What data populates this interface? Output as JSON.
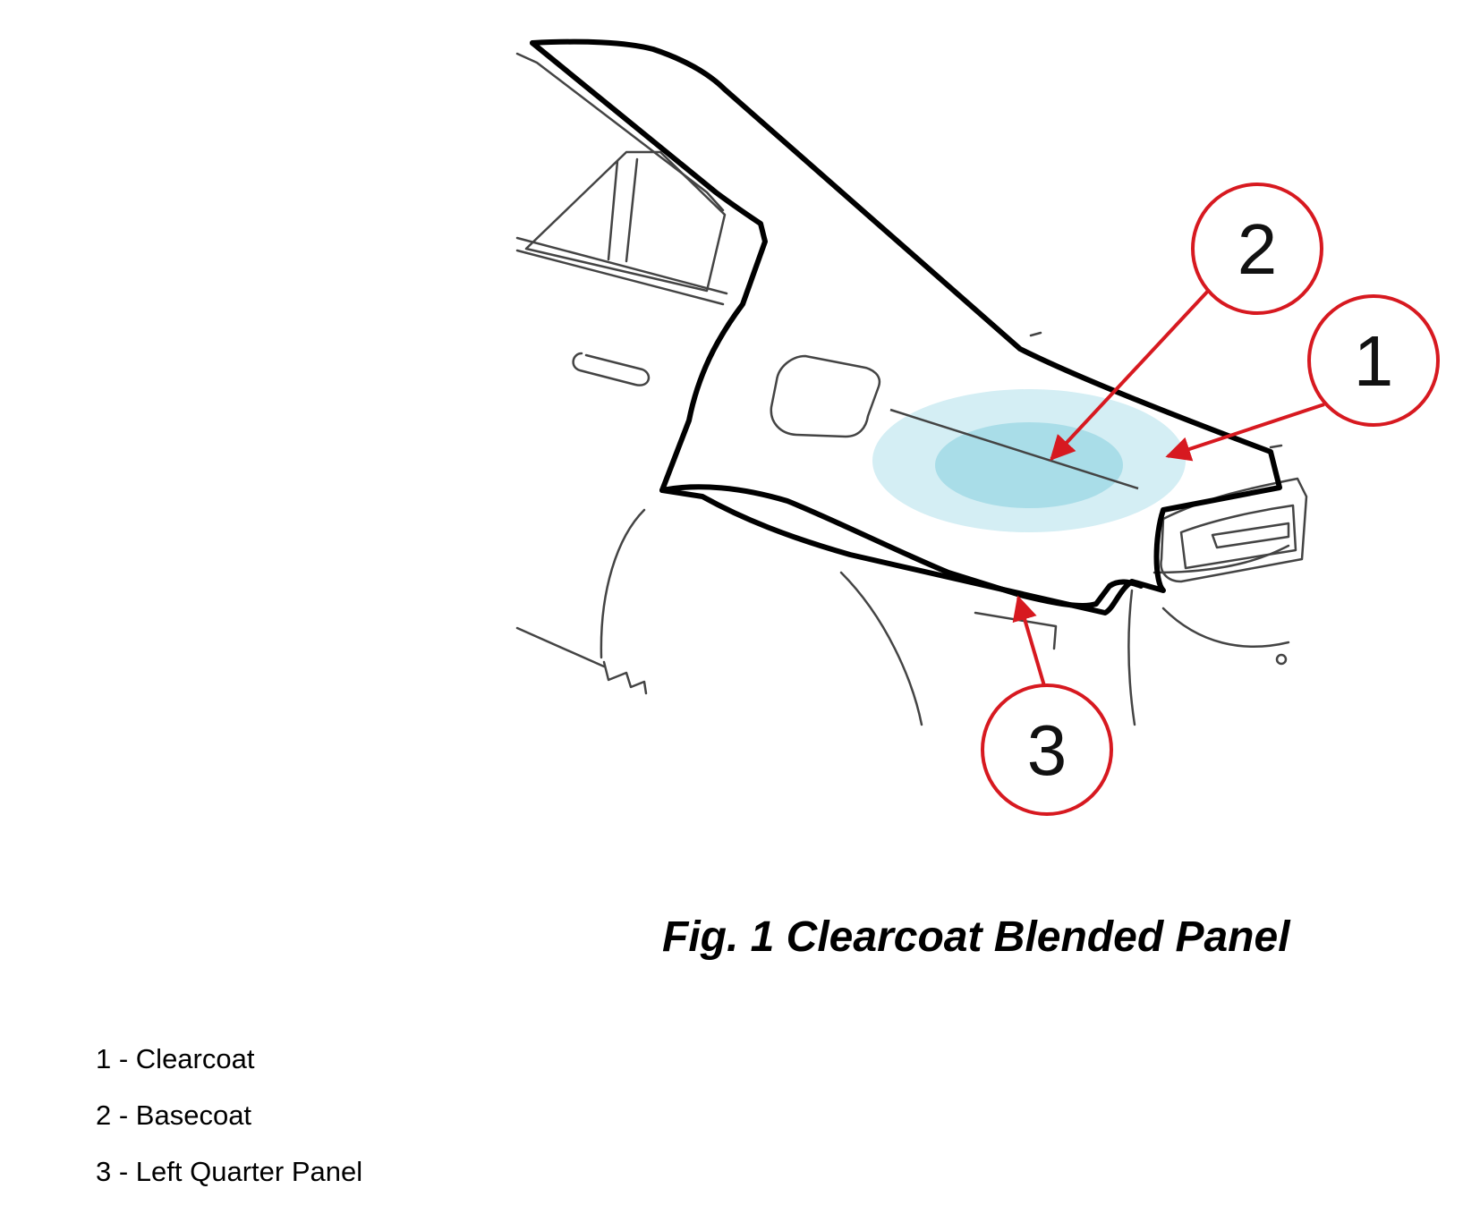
{
  "figure": {
    "caption": "Fig. 1 Clearcoat Blended Panel",
    "callouts": [
      {
        "number": "1",
        "refers_to": "Clearcoat"
      },
      {
        "number": "2",
        "refers_to": "Basecoat"
      },
      {
        "number": "3",
        "refers_to": "Left Quarter Panel"
      }
    ],
    "colors": {
      "callout_ring": "#d71920",
      "clearcoat_zone": "#d4eef4",
      "basecoat_zone": "#a9dde8",
      "panel_outline": "#000000",
      "body_lines": "#444444"
    }
  },
  "legend": [
    {
      "text": "1 - Clearcoat"
    },
    {
      "text": "2 - Basecoat"
    },
    {
      "text": "3 - Left Quarter Panel"
    }
  ]
}
